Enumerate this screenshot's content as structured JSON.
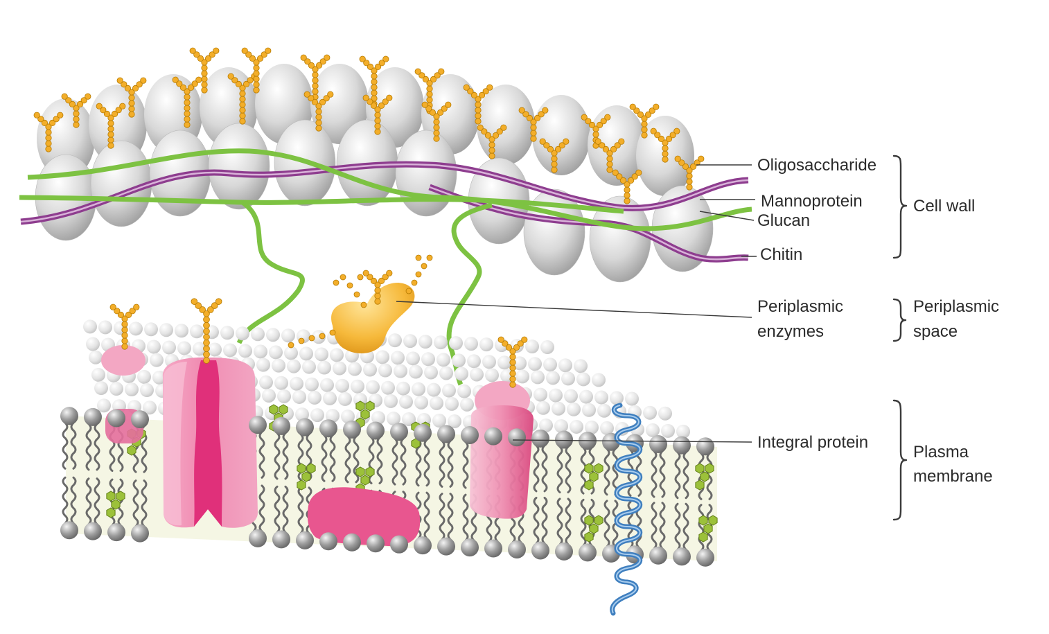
{
  "labels": {
    "oligosaccharide": "Oligosaccharide",
    "mannoprotein": "Mannoprotein",
    "glucan": "Glucan",
    "chitin": "Chitin",
    "periplasmic_enzymes_1": "Periplasmic",
    "periplasmic_enzymes_2": "enzymes",
    "integral_protein": "Integral protein"
  },
  "regions": {
    "cell_wall": "Cell wall",
    "periplasmic_space_1": "Periplasmic",
    "periplasmic_space_2": "space",
    "plasma_membrane_1": "Plasma",
    "plasma_membrane_2": "membrane"
  },
  "colors": {
    "glucan": "#7dc242",
    "chitin": "#8e3d8f",
    "oligosaccharide": "#f3ae2a",
    "enzyme": "#f6b93b",
    "channel_protein": "#e0307a",
    "integral_protein": "#f0a3bf",
    "helix": "#5b9bd5",
    "lipid_head": "#8c8c8c",
    "sterol": "#9cc13a",
    "mannoprotein": "#d6d6d6"
  }
}
